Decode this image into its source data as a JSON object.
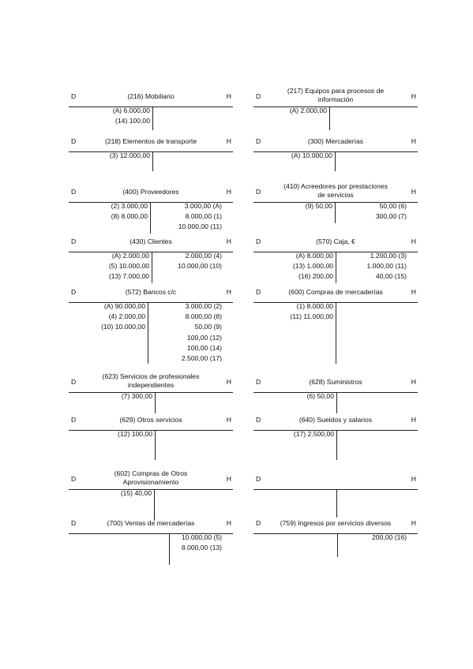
{
  "labels": {
    "debe": "D",
    "haber": "H"
  },
  "accounts": [
    {
      "title": [
        "(216) Mobiliario"
      ],
      "debe": [
        "(A) 6.000,00",
        "(14) 100,00"
      ],
      "haber": []
    },
    {
      "title": [
        "(217) Equipos para procesos de",
        "información"
      ],
      "debe": [
        "(A) 2.000,00"
      ],
      "haber": []
    },
    {
      "title": [
        "(218) Elementos de transporte"
      ],
      "debe": [
        "(3) 12.000,00"
      ],
      "haber": []
    },
    {
      "title": [
        "(300) Mercaderías"
      ],
      "debe": [
        "(A) 10.000,00"
      ],
      "haber": []
    },
    {
      "title": [
        "(400) Proveedores"
      ],
      "debe": [
        "(2) 3.000,00",
        "(8) 8.000,00"
      ],
      "haber": [
        "3.000,00 (A)",
        "8.000,00 (1)",
        "10.000,00 (11)"
      ]
    },
    {
      "title": [
        "(410) Acreedores por prestaciones",
        "de servicios"
      ],
      "debe": [
        "(9) 50,00"
      ],
      "haber": [
        "50,00 (6)",
        "300,00 (7)"
      ]
    },
    {
      "title": [
        "(430) Clientes"
      ],
      "debe": [
        "(A) 2.000,00",
        "(5) 10.000,00",
        "(13) 7.000,00"
      ],
      "haber": [
        "2.000,00 (4)",
        "10.000,00 (10)"
      ]
    },
    {
      "title": [
        "(570) Caja, €"
      ],
      "debe": [
        "(A) 8.000,00",
        "(13) 1.000,00",
        "(16) 200,00"
      ],
      "haber": [
        "1.200,00 (3)",
        "1.000,00 (11)",
        "40,00 (15)"
      ]
    },
    {
      "title": [
        "(572) Bancos c/c"
      ],
      "debe": [
        "(A) 90.000,00",
        "(4) 2.000,00",
        "(10) 10.000,00"
      ],
      "haber": [
        "3.000,00 (2)",
        "8.000,00 (8)",
        "50,00 (9)",
        "100,00 (12)",
        "100,00 (14)",
        "2.500,00 (17)"
      ]
    },
    {
      "title": [
        "(600) Compras de mercaderías"
      ],
      "debe": [
        "(1) 8.000,00",
        "(11) 11.000,00"
      ],
      "haber": []
    },
    {
      "title": [
        "(623) Servicios de profesionales",
        "independientes"
      ],
      "debe": [
        "(7) 300,00"
      ],
      "haber": []
    },
    {
      "title": [
        "(628) Suministros"
      ],
      "debe": [
        "(6) 50,00"
      ],
      "haber": []
    },
    {
      "title": [
        "(629) Otros servicios"
      ],
      "debe": [
        "(12) 100,00"
      ],
      "haber": []
    },
    {
      "title": [
        "(640) Sueldos y salarios"
      ],
      "debe": [
        "(17) 2.500,00"
      ],
      "haber": []
    },
    {
      "title": [
        "(602) Compras de Otros",
        "Aprovisionamiento"
      ],
      "debe": [
        "(15) 40,00"
      ],
      "haber": []
    },
    {
      "title": [
        ""
      ],
      "debe": [],
      "haber": []
    },
    {
      "title": [
        "(700) Ventas de mercaderías"
      ],
      "debe": [],
      "haber": [
        "10.000,00 (5)",
        "8.000,00 (13)"
      ]
    },
    {
      "title": [
        "(759) Ingresos por servicios diversos"
      ],
      "debe": [],
      "haber": [
        "200,00 (16)"
      ]
    }
  ]
}
